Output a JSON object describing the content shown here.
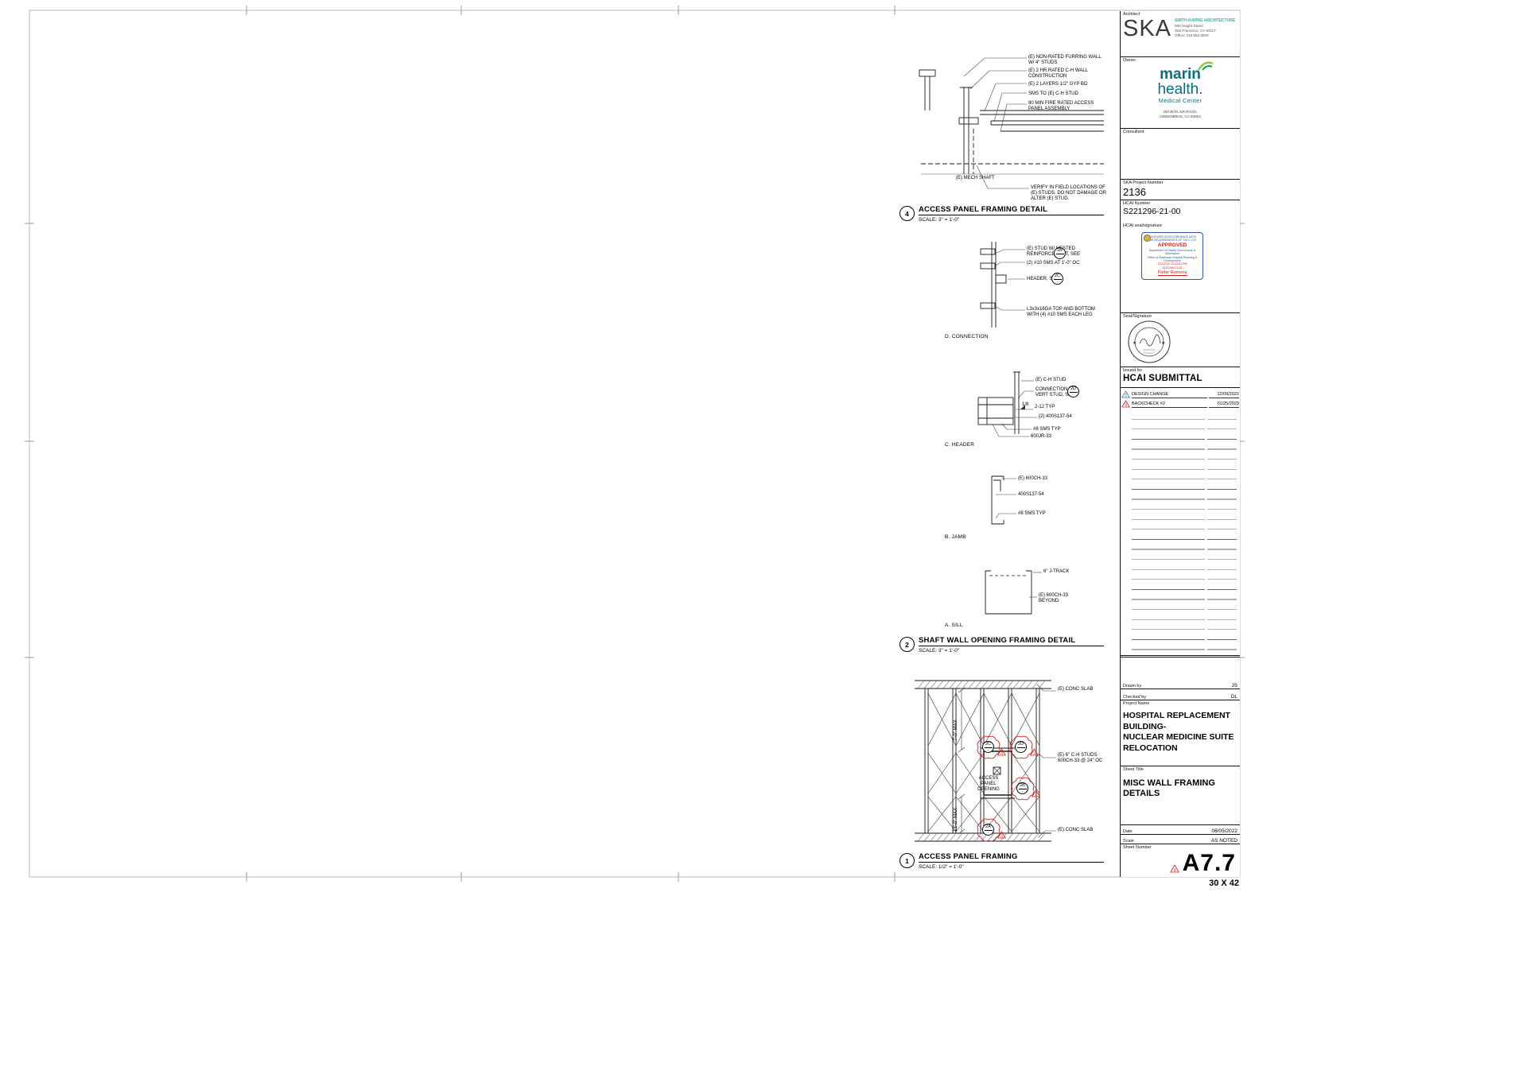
{
  "sheet": {
    "size_label": "30 X 42"
  },
  "misc": {
    "bubble_dash": "-"
  },
  "colors": {
    "revision_red": "#cc2020",
    "revision_blue": "#3b6fb5",
    "ska_teal": "#2bb3ac",
    "marin_teal": "#0e6e80",
    "marin_green": "#8dc63f",
    "stamp_blue": "#3056a5",
    "stamp_red": "#dd2222"
  },
  "details": {
    "d4": {
      "num": "4",
      "title": "ACCESS PANEL FRAMING DETAIL",
      "scale": "SCALE: 3\" = 1'-0\"",
      "ann": {
        "furring": "(E) NON-RATED FURRING WALL W/ 4\" STUDS",
        "rated_wall": "(E) 2 HR RATED C-H WALL CONSTRUCTION",
        "gyp": "(E) 2 LAYERS 1/2\" GYP BD",
        "sms": "SMS TO (E) C-H STUD",
        "panel": "90 MIN FIRE RATED ACCESS PANEL ASSEMBLY",
        "shaft": "(E) MECH SHAFT",
        "verify": "VERIFY IN FIELD LOCATIONS OF (E) STUDS. DO NOT DAMAGE OR ALTER (E) STUD."
      }
    },
    "d2": {
      "num": "2",
      "title": "SHAFT WALL OPENING FRAMING DETAIL",
      "scale": "SCALE: 3\" = 1'-0\"",
      "sub_d": {
        "label": "D. CONNECTION",
        "ann1": "(E) STUD W/ NESTED REINFORCEMENT, SEE",
        "bub1": "2B",
        "ann2": "(2) #10 SMS AT 1'-0\" OC",
        "ann3": "HEADER, SEE",
        "bub2": "2C",
        "ann4": "L3x3x16GA TOP AND BOTTOM WITH (4) #10 SMS EACH LEG"
      },
      "sub_c": {
        "label": "C. HEADER",
        "ann1": "(E) C-H STUD",
        "ann2": "CONNECTION TO VERT STUD, SEE",
        "bub1": "2D",
        "weld_size": "1/8",
        "weld_note": "2-12 TYP",
        "ann3": "(2) 400S137-54",
        "ann4": "#8 SMS TYP",
        "ann5": "600JR-33"
      },
      "sub_b": {
        "label": "B. JAMB",
        "ann1": "(E) 600CH-33",
        "ann2": "400S137-54",
        "ann3": "#8 SMS TYP"
      },
      "sub_a": {
        "label": "A. SILL",
        "ann1": "6\" J-TRACK",
        "ann2": "(E) 600CH-33 BEYOND"
      }
    },
    "d1": {
      "num": "1",
      "title": "ACCESS PANEL FRAMING",
      "scale": "SCALE: 1/2\" = 1'-0\"",
      "rev_mark": "3",
      "bub": {
        "c": "2C",
        "d": "2D",
        "b": "2B",
        "a": "2A"
      },
      "ann": {
        "slab_top": "(E) CONC SLAB",
        "dim_top": "7'-0\" MAX",
        "studs": "(E) 6\" C-H STUDS 600CH-33 @ 24\" OC",
        "opening": "ACCESS PANEL OPENING",
        "dim_bot": "13'-0\" MAX",
        "slab_bot": "(E) CONC SLAB"
      }
    }
  },
  "title_block": {
    "architect_label": "Architect",
    "ska_logo": "SKA",
    "architect_name": "SMITH-KARNG ARCHITECTURE",
    "architect_addr1": "900 Haight Street",
    "architect_addr2": "San Francisco, CA 94117",
    "architect_phone": "Office:       415.552.3600",
    "owner_label": "Owner",
    "owner_name1": "marin",
    "owner_name2": "health.",
    "owner_name3": "Medical Center",
    "owner_addr1": "250 BON AIR ROAD,",
    "owner_addr2": "GREENBRAE, CA 94904",
    "consultant_label": "Consultant",
    "project_number_label": "SKA Project Number",
    "project_number": "2136",
    "hcai_number_label": "HCAI Number",
    "hcai_number": "S221296-21-00",
    "hcai_seal_label": "HCAI seal/signature",
    "stamp_line1": "REVIEWED IN ACCORDANCE WITH",
    "stamp_line2": "THE REQUIREMENTS OF T24 C.C.R.",
    "stamp_approved": "APPROVED",
    "stamp_line3": "Department of Health Care Access & Information",
    "stamp_line4": "Office of Statewide Hospital Planning & Development",
    "stamp_datetime": "2/13/2023 11:24:51 PM",
    "stamp_number": "S221296-21-00",
    "stamp_signer": "Padar Ramona",
    "seal_label": "Seal/Signature",
    "issued_for_label": "Issued for",
    "issued_for": "HCAI SUBMITTAL",
    "revisions": [
      {
        "mark": "2",
        "desc": "DESIGN CHANGE",
        "date": "12/09/2022"
      },
      {
        "mark": "3",
        "desc": "BACKCHECK #2",
        "date": "01/25/2023"
      }
    ],
    "drawn_by_label": "Drawn by",
    "drawn_by": "JS",
    "checked_by_label": "Checked by",
    "checked_by": "DL",
    "project_name_label": "Project Name",
    "project_name_l1": "HOSPITAL REPLACEMENT",
    "project_name_l2": "BUILDING-",
    "project_name_l3": "NUCLEAR MEDICINE SUITE",
    "project_name_l4": "RELOCATION",
    "sheet_title_label": "Sheet Title",
    "sheet_title_l1": "MISC WALL FRAMING",
    "sheet_title_l2": "DETAILS",
    "date_label": "Date",
    "date": "08/05/2022",
    "scale_label": "Scale",
    "scale": "AS NOTED",
    "sheet_number_label": "Sheet Number",
    "sheet_number": "A7.7",
    "sheet_number_rev": "3"
  }
}
